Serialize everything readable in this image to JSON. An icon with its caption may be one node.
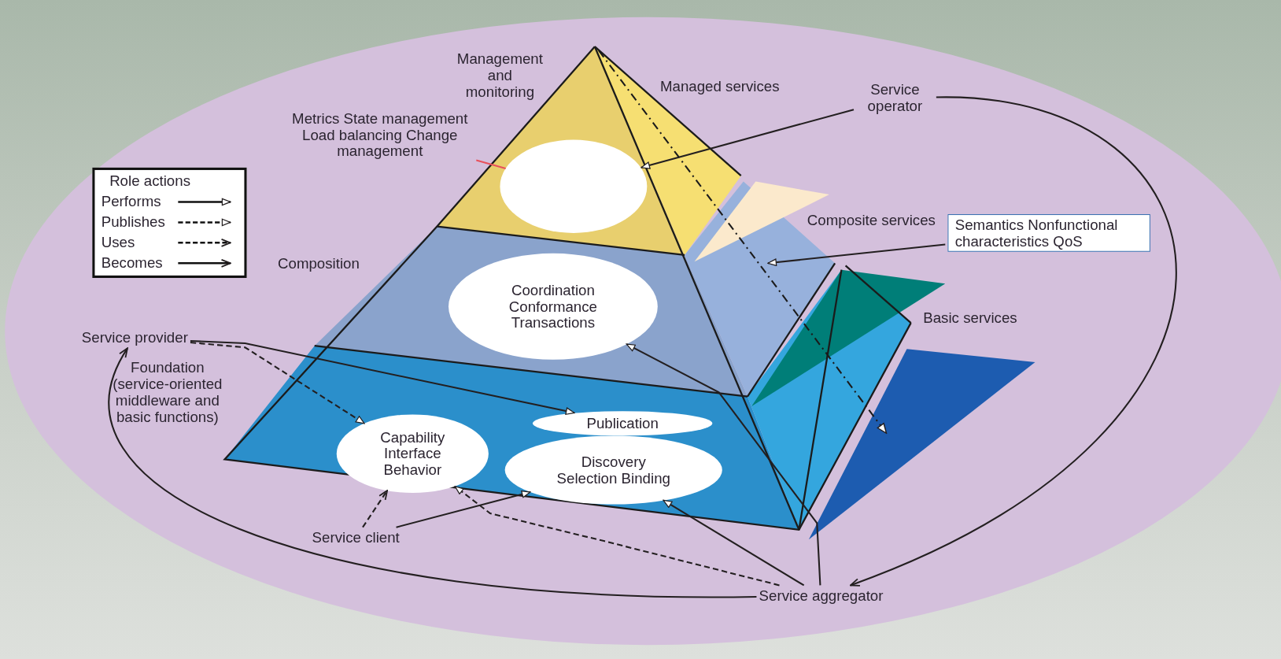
{
  "diagram": {
    "nodes": [
      {
        "text": [
          "Service operator"
        ]
      },
      {
        "text": [
          "Metrics State management Load balancing Change management"
        ]
      },
      {
        "text": [],
        "shape": "circle"
      },
      {
        "text": [
          "Semantics Nonfunctional characteristics QoS"
        ]
      },
      {
        "text": [
          "Coordination Conformance Transactions"
        ]
      },
      {
        "text": [
          "Service provider"
        ]
      },
      {
        "text": [
          "Publication"
        ]
      },
      {
        "text": [
          "Capability Interface Behavior"
        ]
      },
      {
        "text": [
          "Discovery Selection Binding"
        ]
      },
      {
        "text": [
          "Service client"
        ]
      },
      {
        "text": [
          "Service aggregator"
        ]
      }
    ],
    "edges": [
      {
        "from": 1,
        "to": 2,
        "arrow": "none",
        "color": "#e8505b"
      },
      {
        "from": 0,
        "to": 2,
        "arrow": "to"
      },
      {
        "from": 3,
        "to": null,
        "arrow": "to"
      },
      {
        "from": 5,
        "to": 7,
        "arrow": "to",
        "style": "dashed"
      },
      {
        "from": 5,
        "to": 6,
        "arrow": "to"
      },
      {
        "from": 9,
        "to": 7,
        "arrow": "to",
        "style": "dashed"
      },
      {
        "from": 9,
        "to": 8,
        "arrow": "to"
      },
      {
        "from": 10,
        "to": 8,
        "arrow": "to"
      },
      {
        "from": 10,
        "to": 4,
        "arrow": "to"
      },
      {
        "from": 10,
        "to": 7,
        "arrow": "to",
        "style": "dashed"
      },
      {
        "from": 10,
        "to": 5,
        "arrow": "to"
      },
      {
        "from": 0,
        "to": 10,
        "arrow": "to"
      }
    ],
    "labels": [
      "Management and monitoring",
      "Managed services",
      "Role actions",
      "Composite services",
      "Composition",
      "Basic services",
      "Foundation (service-oriented middleware and basic functions)"
    ],
    "legend": [
      {
        "text": "Performs"
      },
      {
        "text": "Publishes"
      },
      {
        "text": "Uses"
      },
      {
        "text": "Becomes"
      }
    ]
  }
}
